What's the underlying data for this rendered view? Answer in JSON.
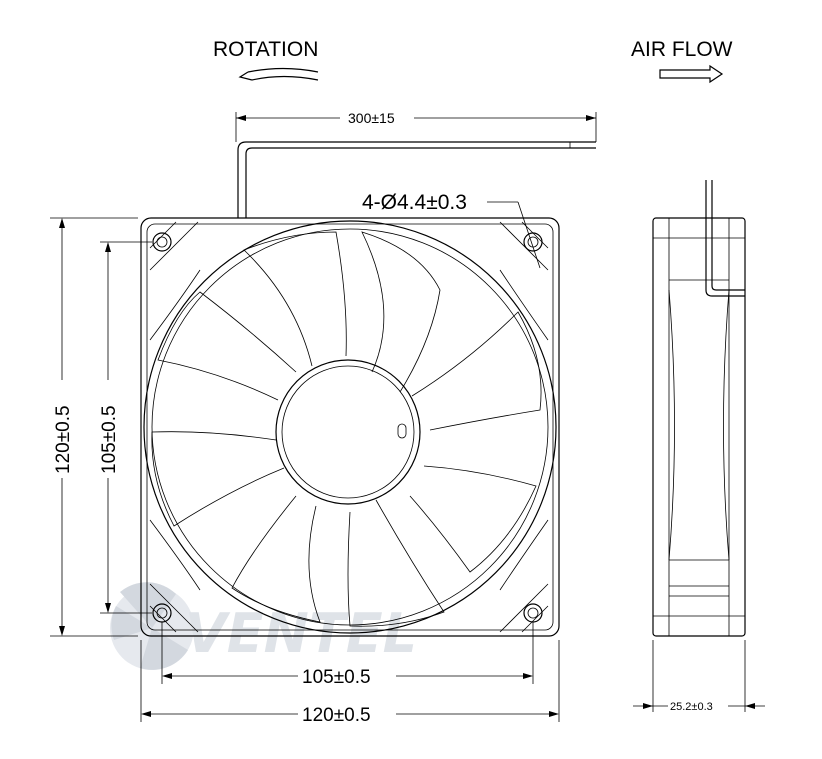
{
  "labels": {
    "rotation": "ROTATION",
    "air_flow": "AIR FLOW",
    "cable_length": "300±15",
    "hole_spec": "4-Ø4.4±0.3",
    "height_outer": "120±0.5",
    "height_holes": "105±0.5",
    "width_holes": "105±0.5",
    "width_outer": "120±0.5",
    "thickness": "25.2±0.3"
  },
  "watermark": "VENTEL",
  "colors": {
    "line": "#000000",
    "background": "#ffffff",
    "watermark": "#dfe3e8"
  }
}
